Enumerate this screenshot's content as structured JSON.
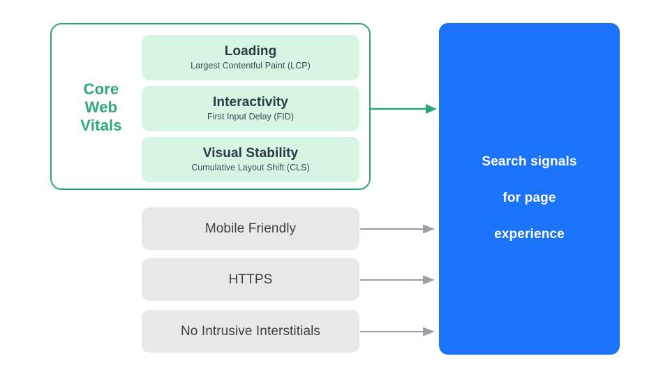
{
  "diagram": {
    "title": "Search signals for page experience",
    "colors": {
      "accent_green": "#2aa579",
      "chip_green_fill": "#d6f5e3",
      "grey_fill": "#e8e8e9",
      "blue_fill": "#1a73f8",
      "grey_arrow": "#9aa0a6",
      "dark_text": "#3c4043",
      "white_text": "#ffffff"
    }
  },
  "core_web_vitals": {
    "group_label": "Core\nWeb\nVitals",
    "group_label_lines": [
      "Core",
      "Web",
      "Vitals"
    ],
    "metrics": [
      {
        "title": "Loading",
        "subtitle": "Largest Contentful Paint (LCP)"
      },
      {
        "title": "Interactivity",
        "subtitle": "First Input Delay (FID)"
      },
      {
        "title": "Visual Stability",
        "subtitle": "Cumulative Layout Shift (CLS)"
      }
    ]
  },
  "other_signals": [
    {
      "label": "Mobile Friendly"
    },
    {
      "label": "HTTPS"
    },
    {
      "label": "No Intrusive Interstitials"
    }
  ],
  "result": {
    "label": "Search signals\nfor page\nexperience",
    "label_lines": [
      "Search signals",
      "for page",
      "experience"
    ]
  },
  "arrows": [
    {
      "name": "core-web-vitals-to-result",
      "color": "#2aa579",
      "from": "core-web-vitals-group",
      "to": "result-box"
    },
    {
      "name": "mobile-friendly-to-result",
      "color": "#9aa0a6",
      "from": "greybox-0",
      "to": "result-box"
    },
    {
      "name": "https-to-result",
      "color": "#9aa0a6",
      "from": "greybox-1",
      "to": "result-box"
    },
    {
      "name": "no-intrusive-interstitials-to-result",
      "color": "#9aa0a6",
      "from": "greybox-2",
      "to": "result-box"
    }
  ]
}
